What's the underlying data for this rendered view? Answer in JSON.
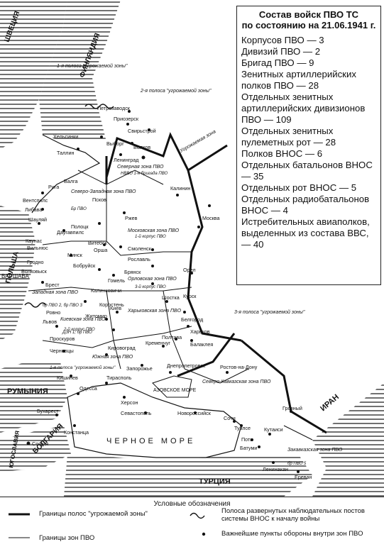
{
  "legend": {
    "title": "Условные обозначения",
    "threat_borders": "Границы полос \"угрожаемой зоны\"",
    "zone_borders": "Границы зон ПВО",
    "vnos_posts": "Полоса развернутых наблюдательных постов системы ВНОС к началу войны",
    "points": "Важнейшие пункты обороны внутри зон ПВО"
  },
  "infobox": {
    "title_1": "Состав войск ПВО ТС",
    "title_2": "по состоянию на 21.06.1941 г.",
    "items": [
      "Корпусов ПВО — 3",
      "Дивизий ПВО — 2",
      "Бригад ПВО — 9",
      "Зенитных артиллерийских полков ПВО — 28",
      "Отдельных зенитных артиллерийских дивизионов ПВО — 109",
      "Отдельных зенитных пулеметных рот — 28",
      "Полков ВНОС — 6",
      "Отдельных батальонов ВНОС — 35",
      "Отдельных рот ВНОС — 5",
      "Отдельных радиобатальонов ВНОС — 4",
      "Истребительных авиаполков, выделенных из состава ВВС, — 40"
    ]
  },
  "map": {
    "countries": {
      "sweden": "ШВЕЦИЯ",
      "finland": "ФИНЛЯНДИЯ",
      "romania": "РУМЫНИЯ",
      "bulgaria": "БОЛГАРИЯ",
      "yugoslavia": "ЮГОСЛАВИЯ",
      "turkey": "ТУРЦИЯ",
      "iran": "ИРАН",
      "poland": "ПОЛЬША",
      "warsaw": "ВАРШАВА"
    },
    "seas": {
      "black_sea": "ЧЕРНОЕ МОРЕ",
      "azov_sea": "АЗОВСКОЕ МОРЕ"
    },
    "zones": {
      "northern": "Северная зона ПВО",
      "northwestern": "Северо-Западная зона ПВО",
      "moscow": "Московская зона ПВО",
      "orel": "Орловская зона ПВО",
      "kharkov": "Харьковская зона ПВО",
      "western": "Западная зона ПВО",
      "kiev": "Киевская зона ПВО",
      "south": "Южная зона ПВО",
      "north_caucasus": "Северо-Кавказская зона ПВО",
      "transcaucasus": "Закавказская зона ПВО"
    },
    "threat_strips": {
      "first_west": "1-я полоса \"угрожаемой зоны\"",
      "second": "2-я полоса \"угрожаемой зоны\"",
      "third": "3-я полоса \"угрожаемой зоны\"",
      "threat_label": "Угрожаемая зона",
      "first_south": "1-я полоса \"угрожаемой зоны\""
    },
    "cities": [
      "Петрозаводск",
      "Приозерск",
      "Свирьстрой",
      "Хельсинки",
      "Выборг",
      "Волхов",
      "Ленинград",
      "Таллин",
      "Валга",
      "Калинин",
      "Рига",
      "Псков",
      "Ржев",
      "Москва",
      "Вентспилс",
      "Либава",
      "Шауляй",
      "Каунас",
      "Даугавпилс",
      "Полоцк",
      "Витебск",
      "Орша",
      "Смоленск",
      "Минск",
      "Вильнюс",
      "Гродно",
      "Бобруйск",
      "Рославль",
      "Волковыск",
      "Брянск",
      "Орел",
      "Брест",
      "Гомель",
      "Калинковичи",
      "Курск",
      "Шостка",
      "Ровно",
      "Коростень",
      "Житомир",
      "Киев",
      "Львов",
      "Белгород",
      "Харьков",
      "Полтава",
      "Балаклея",
      "Кременчуг",
      "Проскуров",
      "Кировоград",
      "Черновцы",
      "Запорожье",
      "Днепропетровск",
      "Кишинев",
      "Тирасполь",
      "Одесса",
      "Херсон",
      "Ростов-на-Дону",
      "Бухарест",
      "Констанца",
      "Севастополь",
      "Новороссийск",
      "Сочи",
      "Туапсе",
      "Грозный",
      "Кутаиси",
      "Батуми",
      "Ленинакан",
      "Ереван",
      "Поти",
      "София"
    ],
    "units": [
      "НВВО 1-я бригада ПВО",
      "Бр ПВО",
      "1-й корпус ПВО",
      "2-й корпус ПВО",
      "3-й корпус ПВО",
      "ДЗН 1, бр ПВО",
      "бр ПВО 2, бр ПВО 3",
      "бр ПВО 5"
    ]
  }
}
